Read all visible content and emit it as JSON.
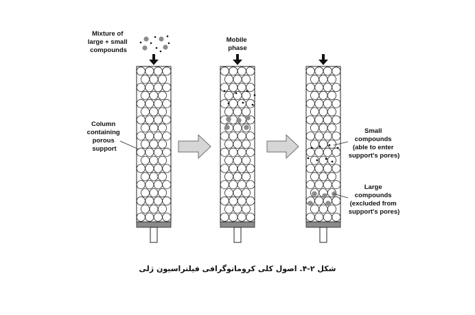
{
  "labels": {
    "mixture": [
      "Mixture of",
      "large + small",
      "compounds"
    ],
    "mobile_phase": [
      "Mobile",
      "phase"
    ],
    "column": [
      "Column",
      "containing",
      "porous",
      "support"
    ],
    "small": [
      "Small",
      "compounds",
      "(able to enter",
      "support's pores)"
    ],
    "large": [
      "Large",
      "compounds",
      "(excluded from",
      "support's pores)"
    ]
  },
  "caption": "شکل ۲-۴. اصول کلی کروماتوگرافی فیلتراسیون ژلی",
  "colors": {
    "stroke": "#222222",
    "bead_fill": "#ffffff",
    "large_compound": "#8c8c8c",
    "small_compound": "#111111",
    "frit": "#8a8a8a",
    "arrow_fill": "#d6d6d6",
    "arrow_stroke": "#6e6e6e"
  },
  "icons": [
    "down-arrow-icon",
    "right-arrow-icon"
  ]
}
